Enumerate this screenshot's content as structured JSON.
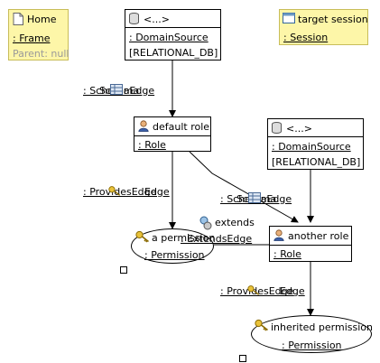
{
  "home": {
    "title": "Home",
    "type": ": Frame",
    "parent": "Parent: null"
  },
  "target_session": {
    "title": "target session",
    "type": ": Session"
  },
  "domain_source_top": {
    "title": "<...>",
    "type": ": DomainSource",
    "value": "[RELATIONAL_DB]"
  },
  "domain_source_right": {
    "title": "<...>",
    "type": ": DomainSource",
    "value": "[RELATIONAL_DB]"
  },
  "default_role": {
    "title": "default role",
    "type": ": Role"
  },
  "another_role": {
    "title": "another role",
    "type": ": Role"
  },
  "a_permission": {
    "title": "a permission",
    "type": ": Permission"
  },
  "inherited_permission": {
    "title": "inherited permission",
    "type": ": Permission"
  },
  "edges": {
    "schema_edge_1": ": SchemaEdge",
    "schema_edge_1_overlap": "Schema",
    "provides_edge_1": ": ProvidesEdge",
    "provides_edge_1_overlap": "Edge",
    "schema_edge_2": ": SchemaEdge",
    "schema_edge_2_overlap": "Schema",
    "extends": "extends",
    "extends_edge": ": ExtendsEdge",
    "provides_edge_2": ": ProvidesEdge",
    "provides_edge_2_overlap": "Edge"
  },
  "colors": {
    "note_fill": "#fdf6a8",
    "note_border": "#c8bd5a",
    "line": "#000000"
  }
}
